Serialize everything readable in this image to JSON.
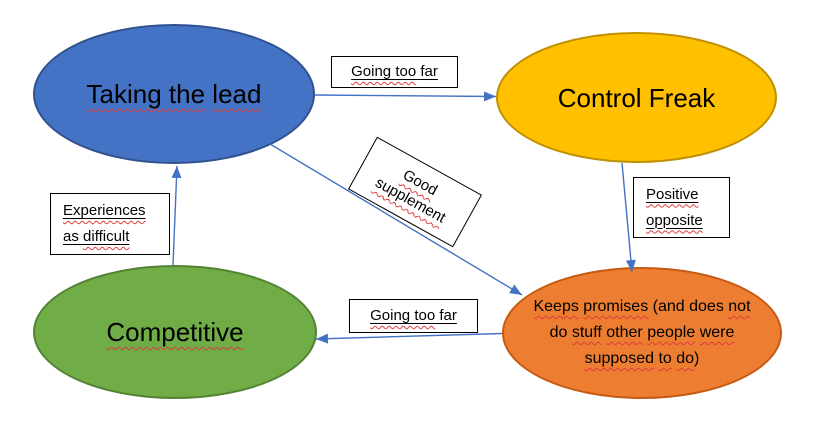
{
  "diagram": {
    "background": "#ffffff",
    "colors": {
      "arrow": "#4472C4",
      "squiggle": "#E03C3C",
      "label_box_border": "#000000",
      "text": "#000000"
    },
    "nodes": [
      {
        "id": "taking-the-lead",
        "shape": "ellipse",
        "fill": "#4472C4",
        "stroke": "#2F528F",
        "text": "Taking the lead",
        "lines": [
          [
            {
              "t": "Taking the",
              "sq": true
            },
            {
              "t": " ",
              "sq": false
            },
            {
              "t": "lead",
              "sq": true
            }
          ]
        ]
      },
      {
        "id": "control-freak",
        "shape": "ellipse",
        "fill": "#FFC000",
        "stroke": "#BF9000",
        "text": "Control Freak",
        "lines": [
          [
            {
              "t": "Control Freak",
              "sq": false
            }
          ]
        ]
      },
      {
        "id": "competitive",
        "shape": "ellipse",
        "fill": "#70AD47",
        "stroke": "#548235",
        "text": "Competitive",
        "lines": [
          [
            {
              "t": "Competitive",
              "sq": true,
              "ul": true
            }
          ]
        ]
      },
      {
        "id": "keeps-promises",
        "shape": "ellipse",
        "fill": "#ED7D31",
        "stroke": "#C55A11",
        "text": "Keeps promises (and does not do stuff other people were supposed to do)",
        "lines": [
          [
            {
              "t": "Keeps",
              "sq": true
            },
            {
              "t": " ",
              "sq": false
            },
            {
              "t": "promises",
              "sq": true
            },
            {
              "t": " (and does ",
              "sq": false
            },
            {
              "t": "not",
              "sq": true
            }
          ],
          [
            {
              "t": "do ",
              "sq": false
            },
            {
              "t": "stuff",
              "sq": true
            },
            {
              "t": " ",
              "sq": false
            },
            {
              "t": "other",
              "sq": true
            },
            {
              "t": " ",
              "sq": false
            },
            {
              "t": "people",
              "sq": true
            },
            {
              "t": " ",
              "sq": false
            },
            {
              "t": "were",
              "sq": true
            }
          ],
          [
            {
              "t": "supposed",
              "sq": true
            },
            {
              "t": " ",
              "sq": false
            },
            {
              "t": "to",
              "sq": true
            },
            {
              "t": " ",
              "sq": false
            },
            {
              "t": "do",
              "sq": true
            },
            {
              "t": ")",
              "sq": false
            }
          ]
        ]
      }
    ],
    "edges": [
      {
        "from": "taking-the-lead",
        "to": "control-freak",
        "label": "Going too far",
        "label_lines": [
          [
            {
              "t": "Going too",
              "sq": true
            },
            {
              "t": " far",
              "sq": false
            }
          ]
        ]
      },
      {
        "from": "taking-the-lead",
        "to": "keeps-promises",
        "label": "Good supplement",
        "label_lines": [
          [
            {
              "t": "Good",
              "sq": true
            }
          ],
          [
            {
              "t": "supplement",
              "sq": true
            }
          ]
        ]
      },
      {
        "from": "competitive",
        "to": "taking-the-lead",
        "label": "Experiences as difficult",
        "label_lines": [
          [
            {
              "t": "Experiences",
              "sq": true
            }
          ],
          [
            {
              "t": "as ",
              "sq": false
            },
            {
              "t": "difficult",
              "sq": true
            }
          ]
        ]
      },
      {
        "from": "control-freak",
        "to": "keeps-promises",
        "label": "Positive opposite",
        "label_lines": [
          [
            {
              "t": "Positive",
              "sq": true
            }
          ],
          [
            {
              "t": "opposite",
              "sq": true
            }
          ]
        ]
      },
      {
        "from": "keeps-promises",
        "to": "competitive",
        "label": "Going too far",
        "label_lines": [
          [
            {
              "t": "Going too",
              "sq": true
            },
            {
              "t": " far",
              "sq": false
            }
          ]
        ]
      }
    ]
  }
}
